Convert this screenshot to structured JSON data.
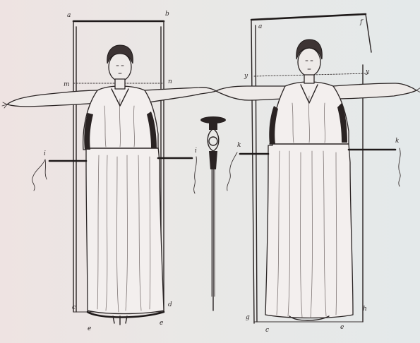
{
  "plate": {
    "letters": {
      "left_top_left": "a",
      "left_top_right": "b",
      "left_bottom_left": "c",
      "left_bottom_right": "d",
      "left_feet_left": "e",
      "left_feet_right": "e",
      "left_waist_left": "i",
      "left_waist_right": "i",
      "left_shoulder_left": "m",
      "left_shoulder_right": "n",
      "right_top_left": "a",
      "right_top_right": "f",
      "right_shoulder_left": "y",
      "right_shoulder_right": "y",
      "right_waist_left": "k",
      "right_waist_right": "k",
      "right_bottom_left": "g",
      "right_bottom_right": "h",
      "right_feet_left": "c",
      "right_feet_right": "e"
    }
  }
}
